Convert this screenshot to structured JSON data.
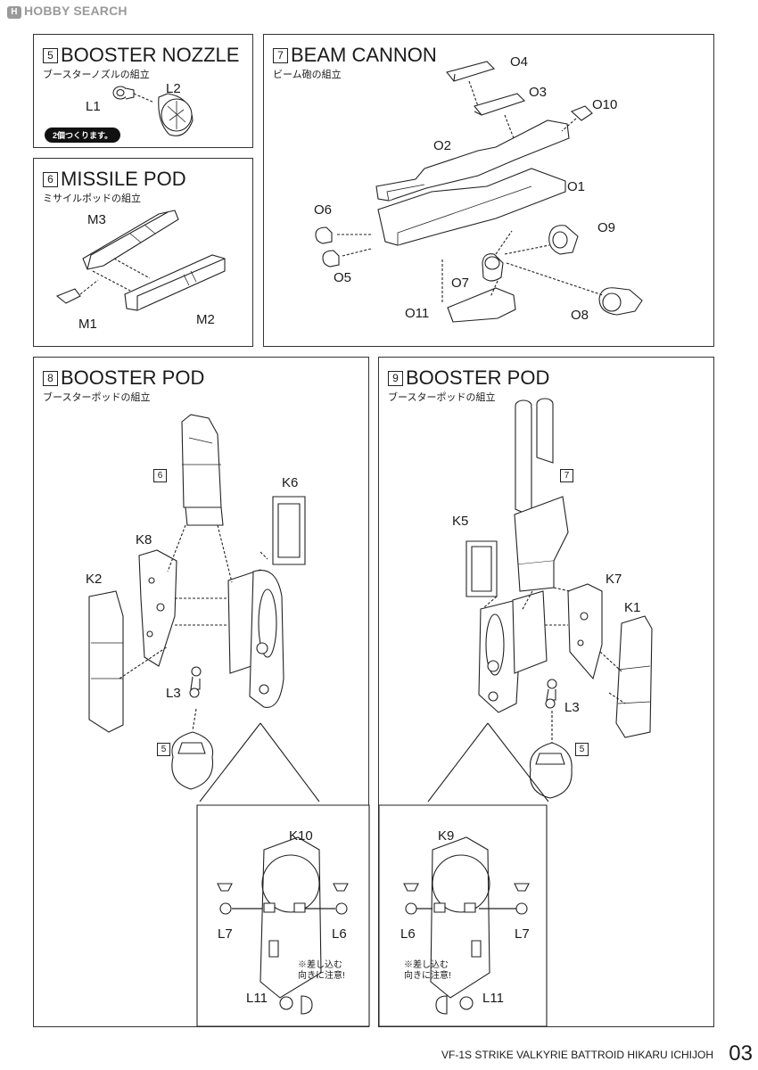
{
  "watermark": {
    "brand": "HOBBY SEARCH",
    "logo_glyph": "H"
  },
  "sections": {
    "s5": {
      "number": "5",
      "title": "BOOSTER NOZZLE",
      "subtitle": "ブースターノズルの組立",
      "badge": "2個つくります。",
      "labels": [
        "L1",
        "L2"
      ]
    },
    "s6": {
      "number": "6",
      "title": "MISSILE POD",
      "subtitle": "ミサイルポッドの組立",
      "labels": [
        "M3",
        "M1",
        "M2"
      ]
    },
    "s7": {
      "number": "7",
      "title": "BEAM  CANNON",
      "subtitle": "ビーム砲の組立",
      "labels": [
        "O4",
        "O3",
        "O10",
        "O2",
        "O1",
        "O6",
        "O9",
        "O5",
        "O7",
        "O11",
        "O8"
      ]
    },
    "s8": {
      "number": "8",
      "title": "BOOSTER POD",
      "subtitle": "ブースターポッドの組立",
      "labels": [
        "K6",
        "K8",
        "K2",
        "L3"
      ],
      "refs": [
        "6",
        "5"
      ]
    },
    "s9": {
      "number": "9",
      "title": "BOOSTER POD",
      "subtitle": "ブースターポッドの組立",
      "labels": [
        "K5",
        "K7",
        "K1",
        "L3"
      ],
      "refs": [
        "7",
        "5"
      ]
    }
  },
  "details": {
    "left": {
      "labels": [
        "K10",
        "L7",
        "L6",
        "L11"
      ],
      "note_line1": "※差し込む",
      "note_line2": "向きに注意!"
    },
    "right": {
      "labels": [
        "K9",
        "L6",
        "L7",
        "L11"
      ],
      "note_line1": "※差し込む",
      "note_line2": "向きに注意!"
    }
  },
  "footer": {
    "text": "VF-1S STRIKE VALKYRIE BATTROID HIKARU ICHIJOH",
    "page": "03"
  }
}
